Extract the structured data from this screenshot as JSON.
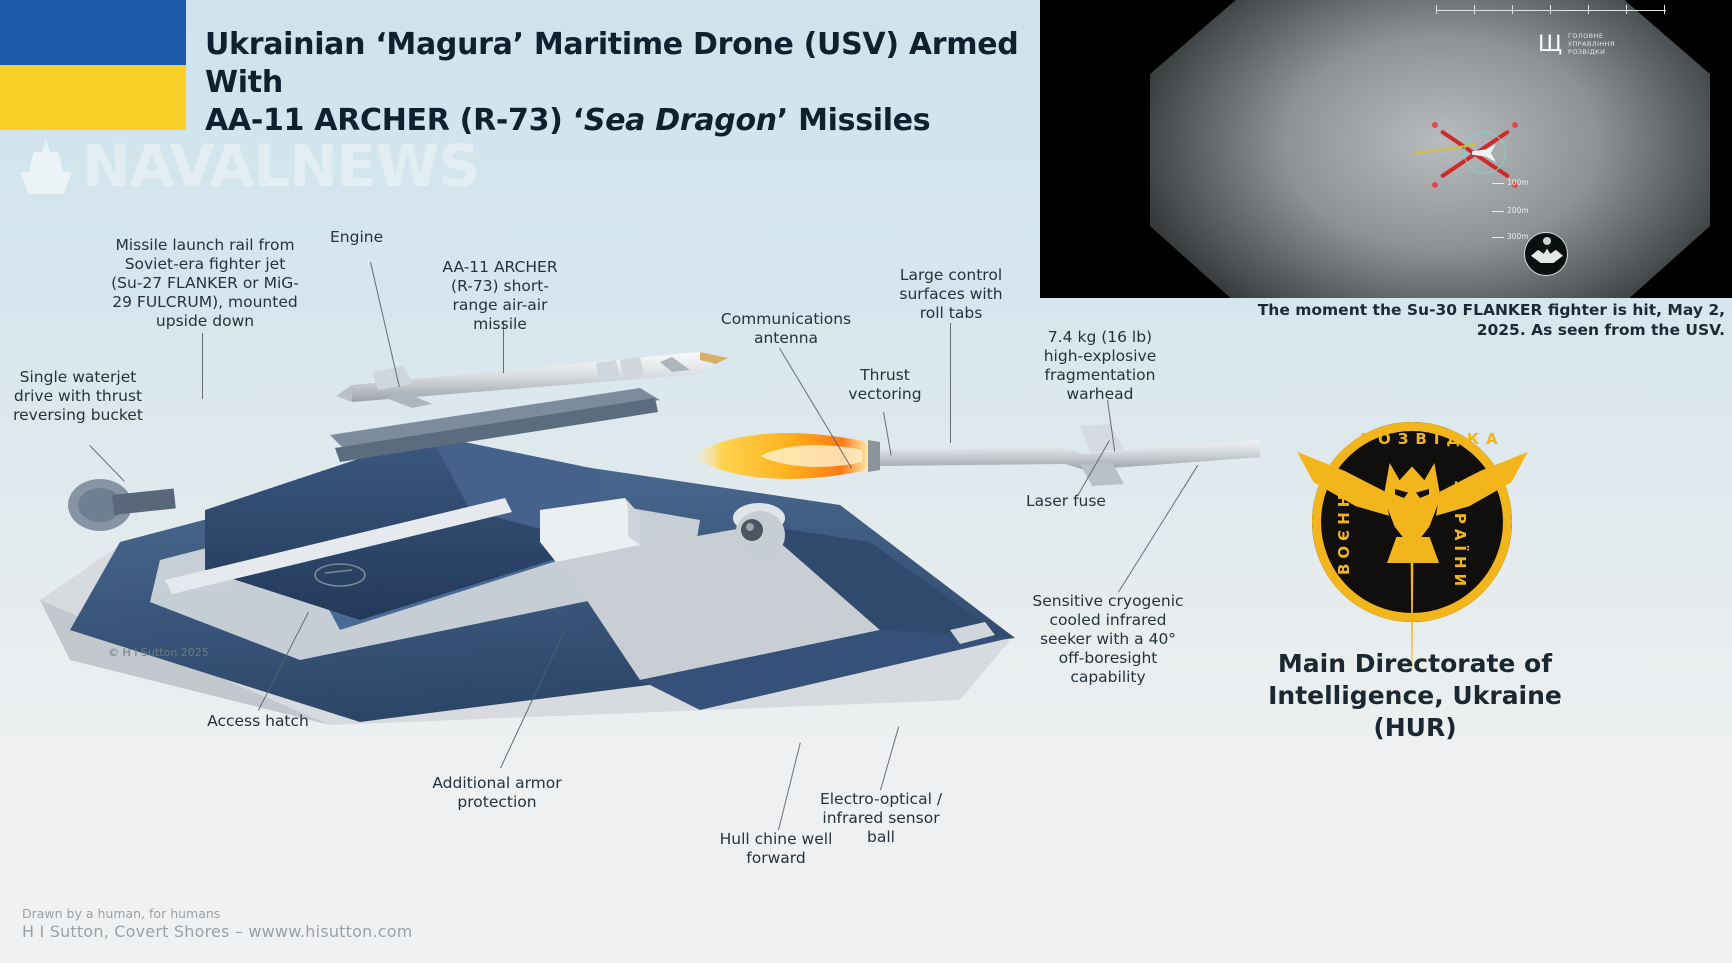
{
  "flag": {
    "blue": "#1f5aa8",
    "yellow": "#f8cf27"
  },
  "title": {
    "line1": "Ukrainian ‘Magura’ Maritime Drone (USV) Armed With",
    "line2_pre": "AA-11 ARCHER (R-73) ‘",
    "line2_italic": "Sea Dragon",
    "line2_post": "’ Missiles"
  },
  "watermark": {
    "text": "NAVALNEWS",
    "icon": "ship-icon"
  },
  "callouts": [
    {
      "id": "missile-launch-rail",
      "text": "Missile launch rail from Soviet-era fighter jet (Su-27 FLANKER or MiG-29 FULCRUM), mounted upside down"
    },
    {
      "id": "engine",
      "text": "Engine"
    },
    {
      "id": "archer-missile",
      "text": "AA-11 ARCHER (R-73) short-range air-air missile"
    },
    {
      "id": "communications-antenna",
      "text": "Communications antenna"
    },
    {
      "id": "large-control-surfaces",
      "text": "Large control surfaces with roll tabs"
    },
    {
      "id": "thrust-vectoring",
      "text": "Thrust vectoring"
    },
    {
      "id": "warhead",
      "text": "7.4 kg (16 lb) high-explosive fragmentation warhead"
    },
    {
      "id": "laser-fuse",
      "text": "Laser fuse"
    },
    {
      "id": "infrared-seeker",
      "text": "Sensitive cryogenic cooled infrared seeker with a 40° off-boresight capability"
    },
    {
      "id": "single-waterjet",
      "text": "Single waterjet drive with thrust reversing bucket"
    },
    {
      "id": "access-hatch",
      "text": "Access hatch"
    },
    {
      "id": "additional-armor",
      "text": "Additional armor protection"
    },
    {
      "id": "hull-chine",
      "text": "Hull chine well forward"
    },
    {
      "id": "eo-ir-sensor",
      "text": "Electro-optical / infrared sensor ball"
    }
  ],
  "video": {
    "caption": "The moment the Su-30 FLANKER fighter is hit, May 2, 2025. As seen from the USV.",
    "trident": "Щ",
    "agency_line1": "ГОЛОВНЕ",
    "agency_line2": "УПРАВЛІННЯ",
    "agency_line3": "РОЗВІДКИ",
    "range_100": "100m",
    "range_200": "200m",
    "range_300": "300m"
  },
  "hur": {
    "ring_top": "РОЗВІДКА",
    "ring_left": "ВОЄННА",
    "ring_right": "УКРАЇНИ",
    "caption_line1": "Main Directorate of",
    "caption_line2": "Intelligence, Ukraine",
    "caption_line3": "(HUR)",
    "gold": "#f2b61c",
    "black": "#100f0d"
  },
  "credits": {
    "line1": "Drawn by a human, for humans",
    "line2": "H I Sutton, Covert Shores – wwww.hisutton.com",
    "copyright": "© H I Sutton 2025"
  }
}
